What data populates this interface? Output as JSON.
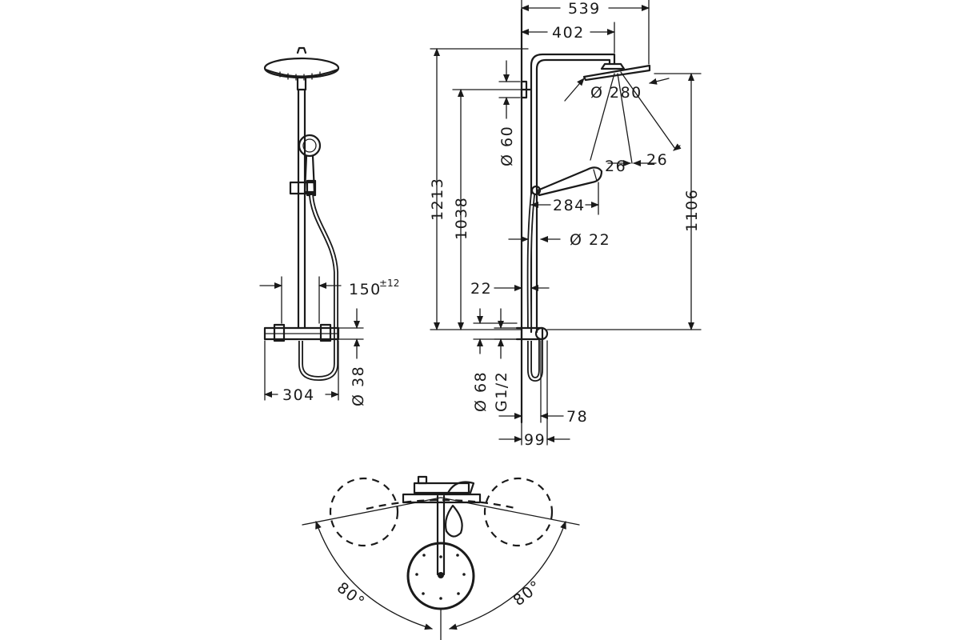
{
  "dimensions": {
    "width_top": "539",
    "head_reach": "402",
    "head_diameter": "Ø 280",
    "angle_1": "26",
    "angle_2": "26",
    "overall_height": "1213",
    "rail_height": "1038",
    "head_height": "1106",
    "wall_bracket": "Ø 60",
    "handshower_reach": "284",
    "pipe_diameter": "Ø 22",
    "wall_gap": "22",
    "escutcheon": "Ø 68",
    "thread": "G1/2",
    "projection_1": "78",
    "projection_2": "99",
    "mixer_width": "304",
    "rail_diameter": "Ø 38",
    "centres": "150",
    "centres_tolerance": "±12",
    "swivel_left": "80°",
    "swivel_right": "80°"
  }
}
